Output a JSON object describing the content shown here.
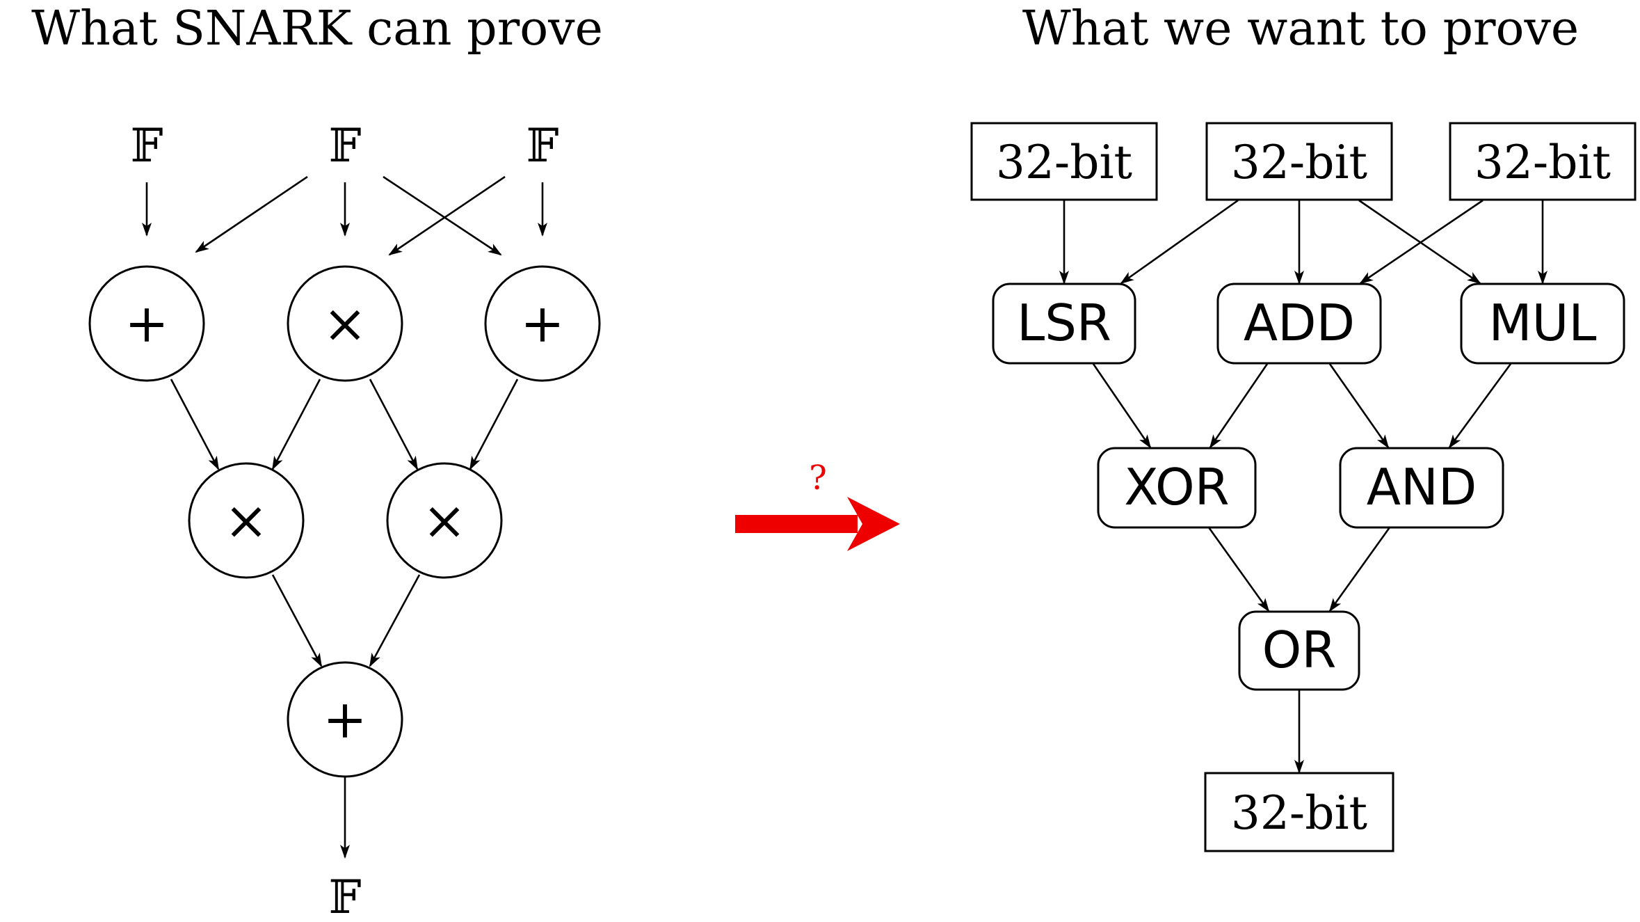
{
  "left_title": "What SNARK can prove",
  "right_title": "What we want to prove",
  "question_mark": "?",
  "accent_color": "#ee0000",
  "left_diagram": {
    "inputs": [
      "𝔽",
      "𝔽",
      "𝔽"
    ],
    "layer1": [
      "+",
      "×",
      "+"
    ],
    "layer2": [
      "×",
      "×"
    ],
    "layer3": [
      "+"
    ],
    "output": "𝔽"
  },
  "right_diagram": {
    "inputs": [
      "32-bit",
      "32-bit",
      "32-bit"
    ],
    "layer1": [
      "LSR",
      "ADD",
      "MUL"
    ],
    "layer2": [
      "XOR",
      "AND"
    ],
    "layer3": [
      "OR"
    ],
    "output": "32-bit"
  }
}
